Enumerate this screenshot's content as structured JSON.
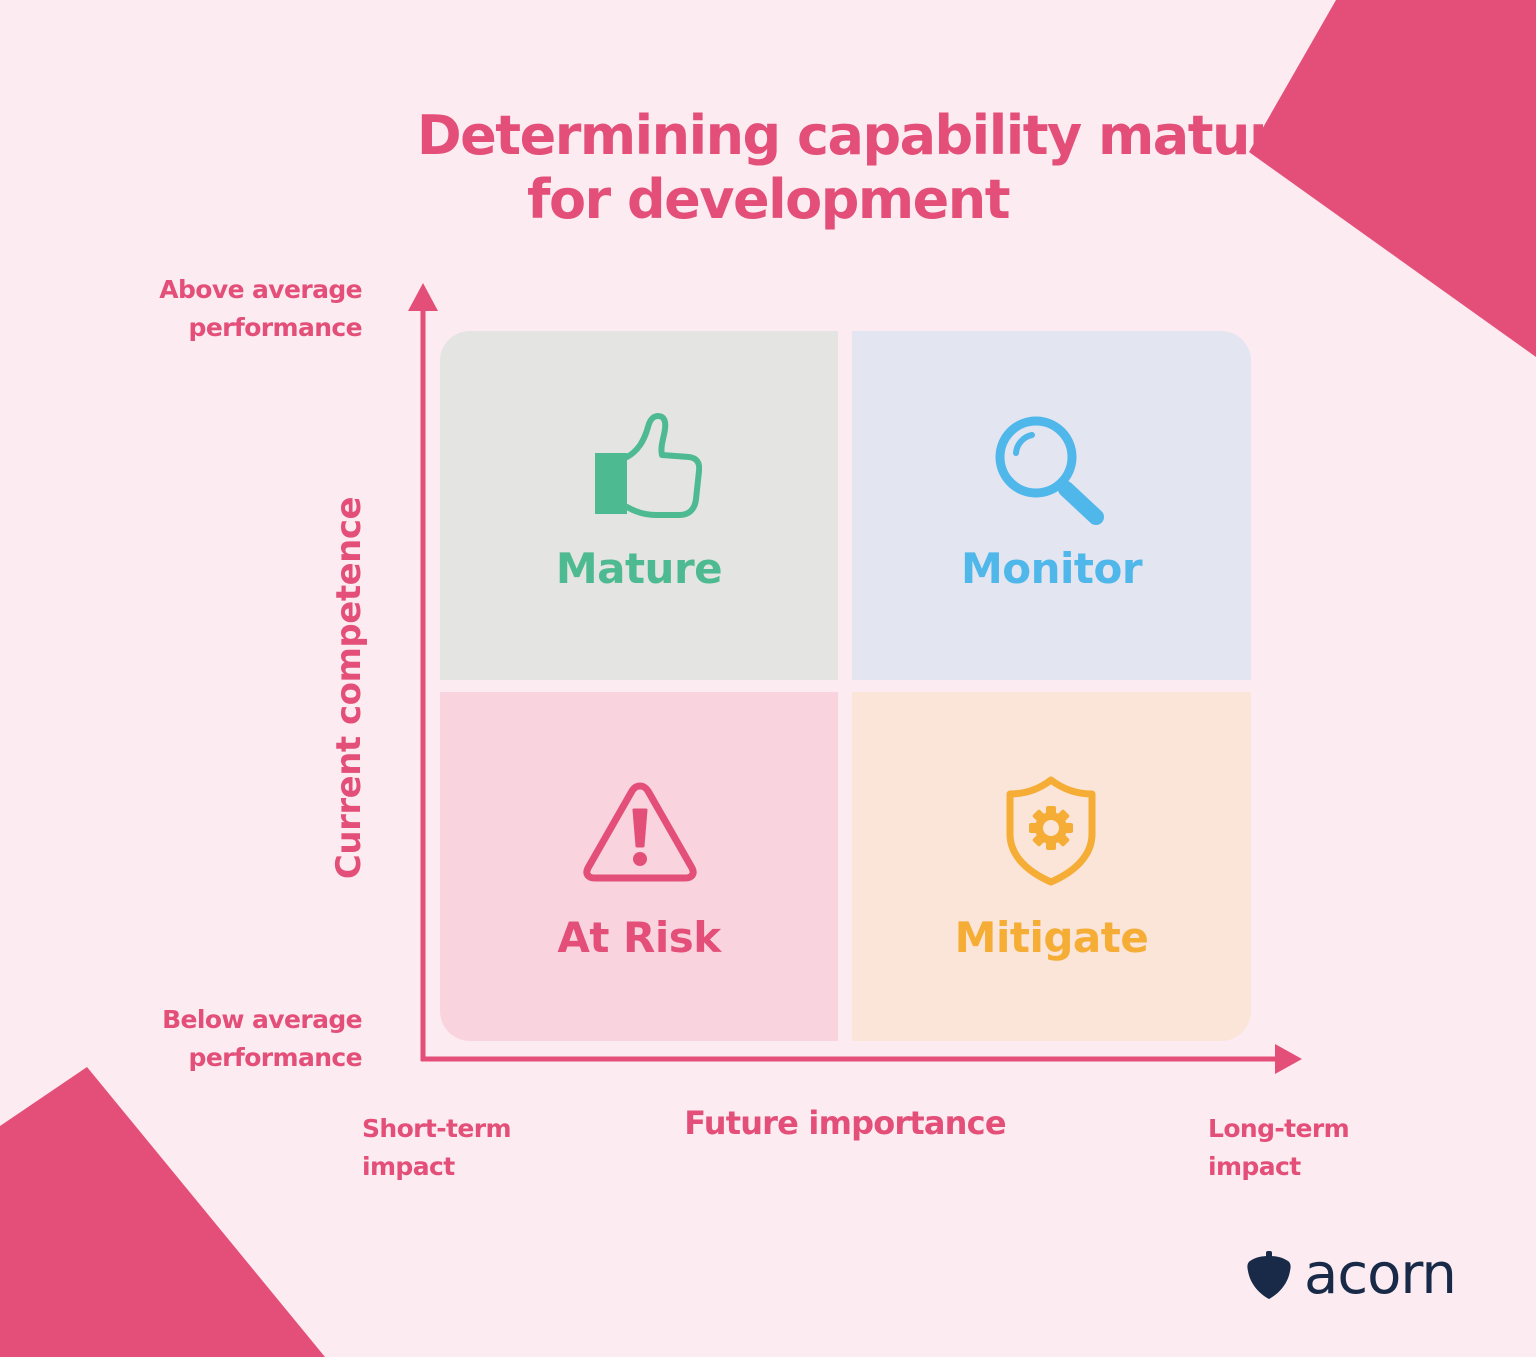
{
  "title": {
    "line1": "Determining capability maturity",
    "line2": "for development"
  },
  "axes": {
    "y": {
      "title": "Current competence",
      "top_label_line1": "Above average",
      "top_label_line2": "performance",
      "bottom_label_line1": "Below average",
      "bottom_label_line2": "performance"
    },
    "x": {
      "title": "Future importance",
      "left_label_line1": "Short-term",
      "left_label_line2": "impact",
      "right_label_line1": "Long-term",
      "right_label_line2": "impact"
    }
  },
  "quadrants": [
    {
      "position": "top-left",
      "label": "Mature",
      "icon": "thumbs-up-icon",
      "color": "#4dba91",
      "background": "#e4e4e3"
    },
    {
      "position": "top-right",
      "label": "Monitor",
      "icon": "magnifying-glass-icon",
      "color": "#4fb7ea",
      "background": "#e3e5f0"
    },
    {
      "position": "bottom-left",
      "label": "At Risk",
      "icon": "warning-triangle-icon",
      "color": "#e34f78",
      "background": "#f9d4df"
    },
    {
      "position": "bottom-right",
      "label": "Mitigate",
      "icon": "shield-gear-icon",
      "color": "#f5ad35",
      "background": "#fbe4d8"
    }
  ],
  "brand": {
    "name": "acorn",
    "accent": "#e34f78",
    "logo_color": "#182a48",
    "background": "#fcebf1"
  }
}
